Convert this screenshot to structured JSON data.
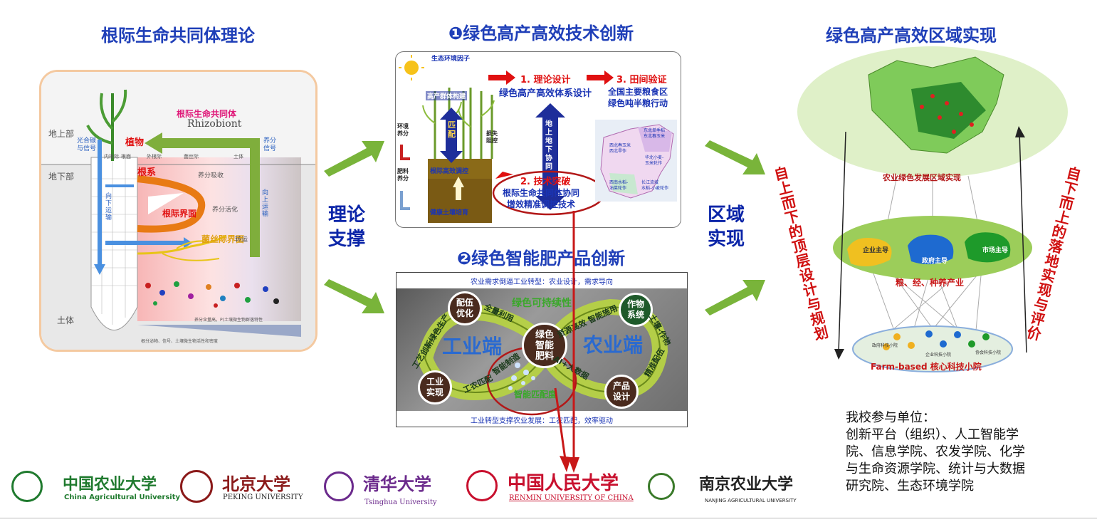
{
  "headers": {
    "left": "根际生命共同体理论",
    "center_top": "❶绿色高产高效技术创新",
    "center_bottom": "❷绿色智能肥产品创新",
    "right": "绿色高产高效区域实现"
  },
  "connectors": {
    "theory_support": "理论\n支撑",
    "region_realize": "区域\n实现"
  },
  "root_panel": {
    "aboveground": "地上部",
    "belowground": "地下部",
    "soil": "土体",
    "rhizobiont_cn": "根际生命共同体",
    "rhizobiont_en": "Rhizobiont",
    "plant": "植物",
    "root": "根系",
    "root_interface": "根际界面",
    "hyphal_interface": "菌丝际界面",
    "light_carbon": "光合碳\n与信号",
    "nutrient_signal": "养分\n信号",
    "down_transport": "向\n下\n运\n输",
    "up_transport": "向\n上\n运\n输",
    "nutrient_uptake": "养分吸收",
    "nutrient_activation": "养分活化",
    "transport": "转运",
    "zones": [
      "内根际",
      "根面",
      "外根际",
      "菌丝际",
      "土体"
    ],
    "bottom_note_1": "养分含量高，P(土壤微生物群落特性",
    "bottom_note_2": "根分泌物、信号、土壤微生物活性和密度"
  },
  "tech_panel": {
    "eco_factor": "生态环境因子",
    "high_yield_build": "高产群体构建",
    "match": "匹\n配",
    "env_nutrient": "环境\n养分",
    "loss_control": "损失\n阻控",
    "fert_nutrient": "肥料\n养分",
    "rhizo_regulate": "根际高效调控",
    "soil_cultivate": "健康土壤培育",
    "step1_title": "1. 理论设计",
    "step1_desc": "绿色高产高效体系设计",
    "step3_title": "3. 田间验证",
    "step3_desc1": "全国主要粮食区",
    "step3_desc2": "绿色吨半粮行动",
    "updown": "地\n上\n地\n下\n协\n同",
    "step2_title": "2. 技术突破",
    "step2_desc1": "根际生命共同体协同",
    "step2_desc2": "增效精准调控技术",
    "map_labels": [
      "东北单季稻\n东北春玉米",
      "西北春玉米\n西北旱作",
      "华北小麦-\n玉米轮作",
      "西南水稻-\n油菜轮作",
      "长江流域\n水稻-小麦轮作"
    ]
  },
  "fert_panel": {
    "top_caption": "农业需求倒逼工业转型：农业设计，需求导向",
    "bottom_caption": "工业转型支撑农业发展：工农匹配，效率驱动",
    "green_sustain": "绿色可持续性",
    "industry_end": "工业端",
    "agriculture_end": "农业端",
    "center": "绿色\n智能\n肥料",
    "formula_opt": "配伍\n优化",
    "crop_system": "作物\n系统",
    "industry_impl": "工业\n实现",
    "product_design": "产品\n设计",
    "full_use": "全量利用",
    "resource_eff": "资源高效 智能施用",
    "green_process": "工艺创新绿色生产",
    "soil_crop": "土壤-作物",
    "smart_make": "智能制造",
    "ai_data": "AI+大数据",
    "precise_fert": "精准配伍",
    "ind_ag_match": "工农匹配",
    "smart_match": "智能匹配度"
  },
  "region_panel": {
    "agri_dev": "农业绿色发展区域实现",
    "industry": "粮、经、种养产业",
    "farm_based": "Farm-based 核心科技小院",
    "top_down": "自上而下的顶层设计与规划",
    "bottom_up": "自下而上的落地实现与评价",
    "node_enterprise": "企业主导",
    "node_gov": "政府主导",
    "node_market": "市场主导",
    "small_labels": [
      "政府科技小院",
      "企业科技小院",
      "协会科技小院"
    ]
  },
  "participants": {
    "title": "我校参与单位：",
    "lines": [
      "创新平台（组织）、人工智能学",
      "院、信息学院、农发学院、化学",
      "与生命资源学院、统计与大数据",
      "研究院、生态环境学院"
    ]
  },
  "logos": [
    {
      "cn": "中国农业大学",
      "en": "China Agricultural University",
      "color": "#1f7a2e"
    },
    {
      "cn": "北京大学",
      "en": "PEKING UNIVERSITY",
      "color": "#8b1a1a"
    },
    {
      "cn": "清华大学",
      "en": "Tsinghua University",
      "color": "#6b2a8c"
    },
    {
      "cn": "中国人民大学",
      "en": "RENMIN UNIVERSITY OF CHINA",
      "color": "#c8102e"
    },
    {
      "cn": "南京农业大学",
      "en": "NANJING AGRICULTURAL UNIVERSITY",
      "color": "#222222"
    }
  ]
}
